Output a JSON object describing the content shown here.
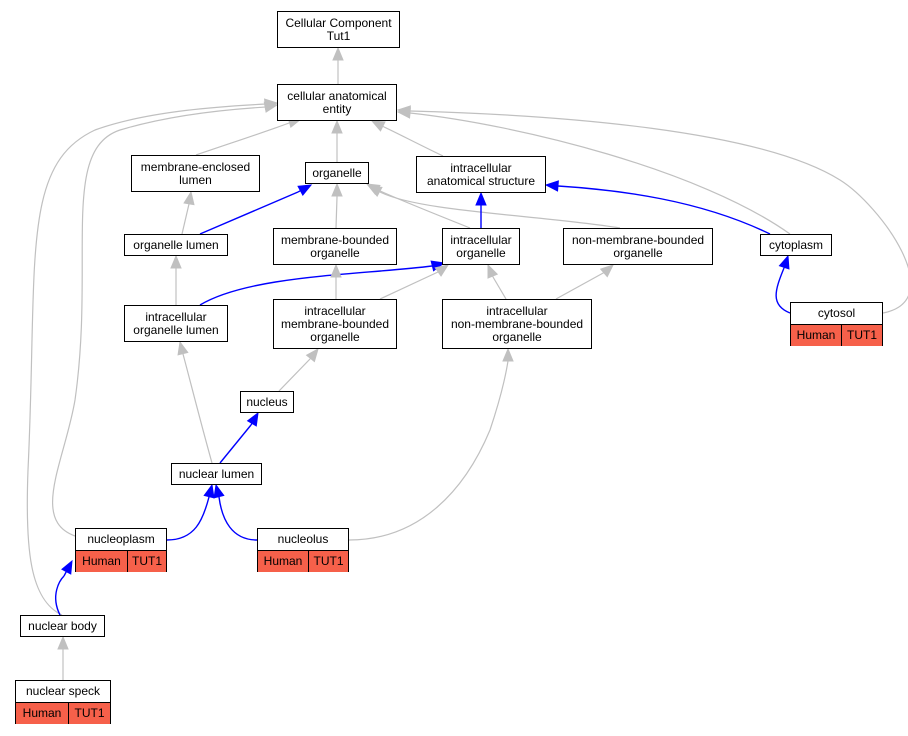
{
  "colors": {
    "gray_edge": "#c0c0c0",
    "blue_edge": "#0000ff",
    "annotation_fill": "#f6604a",
    "node_border": "#000000"
  },
  "nodes": {
    "root": "Cellular Component\nTut1",
    "cae": "cellular anatomical\nentity",
    "mel": "membrane-enclosed\nlumen",
    "organelle": "organelle",
    "ias": "intracellular\nanatomical structure",
    "organelle_lumen": "organelle lumen",
    "mbo": "membrane-bounded\norganelle",
    "io": "intracellular\norganelle",
    "nmbo": "non-membrane-bounded\norganelle",
    "cytoplasm": "cytoplasm",
    "iol": "intracellular\norganelle lumen",
    "imbo": "intracellular\nmembrane-bounded\norganelle",
    "inmbo": "intracellular\nnon-membrane-bounded\norganelle",
    "nucleus": "nucleus",
    "nuclear_lumen": "nuclear lumen",
    "nuclear_body": "nuclear body"
  },
  "annotated": {
    "cytosol": {
      "label": "cytosol",
      "species": "Human",
      "gene": "TUT1"
    },
    "nucleoplasm": {
      "label": "nucleoplasm",
      "species": "Human",
      "gene": "TUT1"
    },
    "nucleolus": {
      "label": "nucleolus",
      "species": "Human",
      "gene": "TUT1"
    },
    "nuclear_speck": {
      "label": "nuclear speck",
      "species": "Human",
      "gene": "TUT1"
    }
  }
}
